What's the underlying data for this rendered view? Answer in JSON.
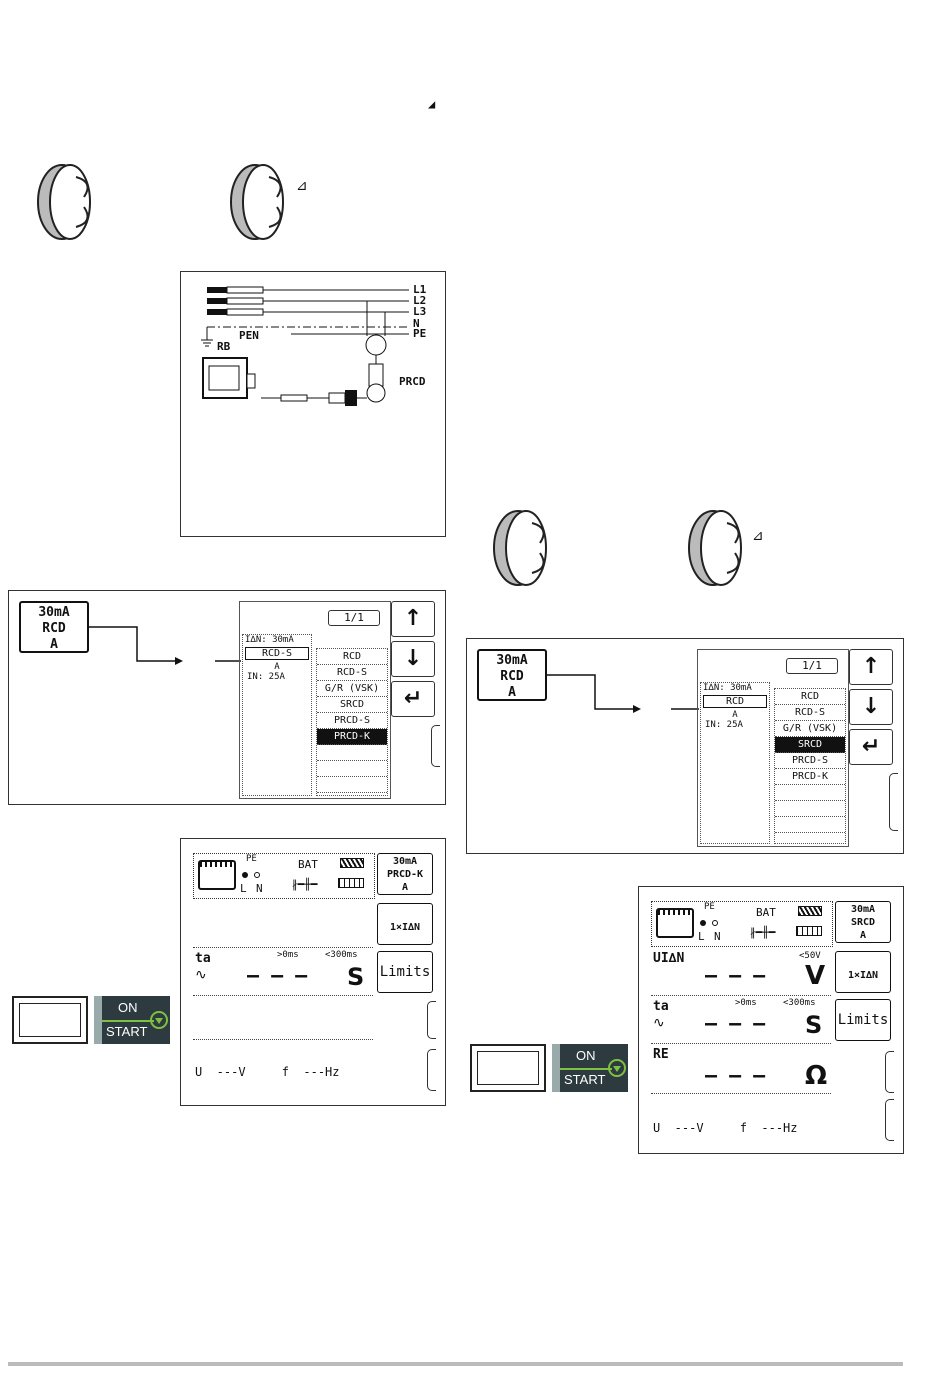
{
  "top_marker": "◢",
  "knob_symbol_delta": "⊿",
  "circuit": {
    "lines": [
      "L1",
      "L2",
      "L3",
      "N",
      "PE"
    ],
    "pen_label": "PEN",
    "rb_label": "RB",
    "device_label": "PRCD"
  },
  "menu": {
    "param_box": [
      "30mA",
      "RCD",
      "A"
    ],
    "page": "1/1",
    "left_panel_label": "I∆N: 30mA",
    "left_a": "A",
    "left_in": "IN:   25A",
    "left_selected_1": "RCD-S",
    "left_selected_2": "RCD",
    "items_1": [
      "RCD",
      "RCD-S",
      "G/R (VSK)",
      "SRCD",
      "PRCD-S",
      "PRCD-K",
      "",
      "",
      "",
      ""
    ],
    "items_2": [
      "RCD",
      "RCD-S",
      "G/R (VSK)",
      "SRCD",
      "PRCD-S",
      "PRCD-K",
      "",
      "",
      "",
      ""
    ],
    "selected_1": "PRCD-K",
    "selected_2": "SRCD",
    "up": "↑",
    "down": "↓",
    "enter": "↵"
  },
  "screen1": {
    "pe_label": "PE",
    "l_label": "L",
    "n_label": "N",
    "bat_label": "BAT",
    "param": [
      "30mA",
      "PRCD-K",
      "A"
    ],
    "xidn": "1×I∆N",
    "ta": "ta",
    "ta_min": ">0ms",
    "ta_max": "<300ms",
    "ta_value": "– – –",
    "ta_unit": "S",
    "limits": "Limits",
    "footer": "U  ---V     f  ---Hz"
  },
  "screen2": {
    "pe_label": "PE",
    "l_label": "L",
    "n_label": "N",
    "bat_label": "BAT",
    "param": [
      "30mA",
      "SRCD",
      "A"
    ],
    "xidn": "1×I∆N",
    "ui_label": "UI∆N",
    "ui_limit": "<50V",
    "ui_value": "– – –",
    "ui_unit": "V",
    "ta": "ta",
    "ta_min": ">0ms",
    "ta_max": "<300ms",
    "ta_value": "– – –",
    "ta_unit": "S",
    "limits": "Limits",
    "re_label": "RE",
    "re_value": "– – –",
    "re_unit": "Ω",
    "footer": "U  ---V     f  ---Hz"
  },
  "start_button": {
    "on": "ON",
    "start": "START"
  }
}
